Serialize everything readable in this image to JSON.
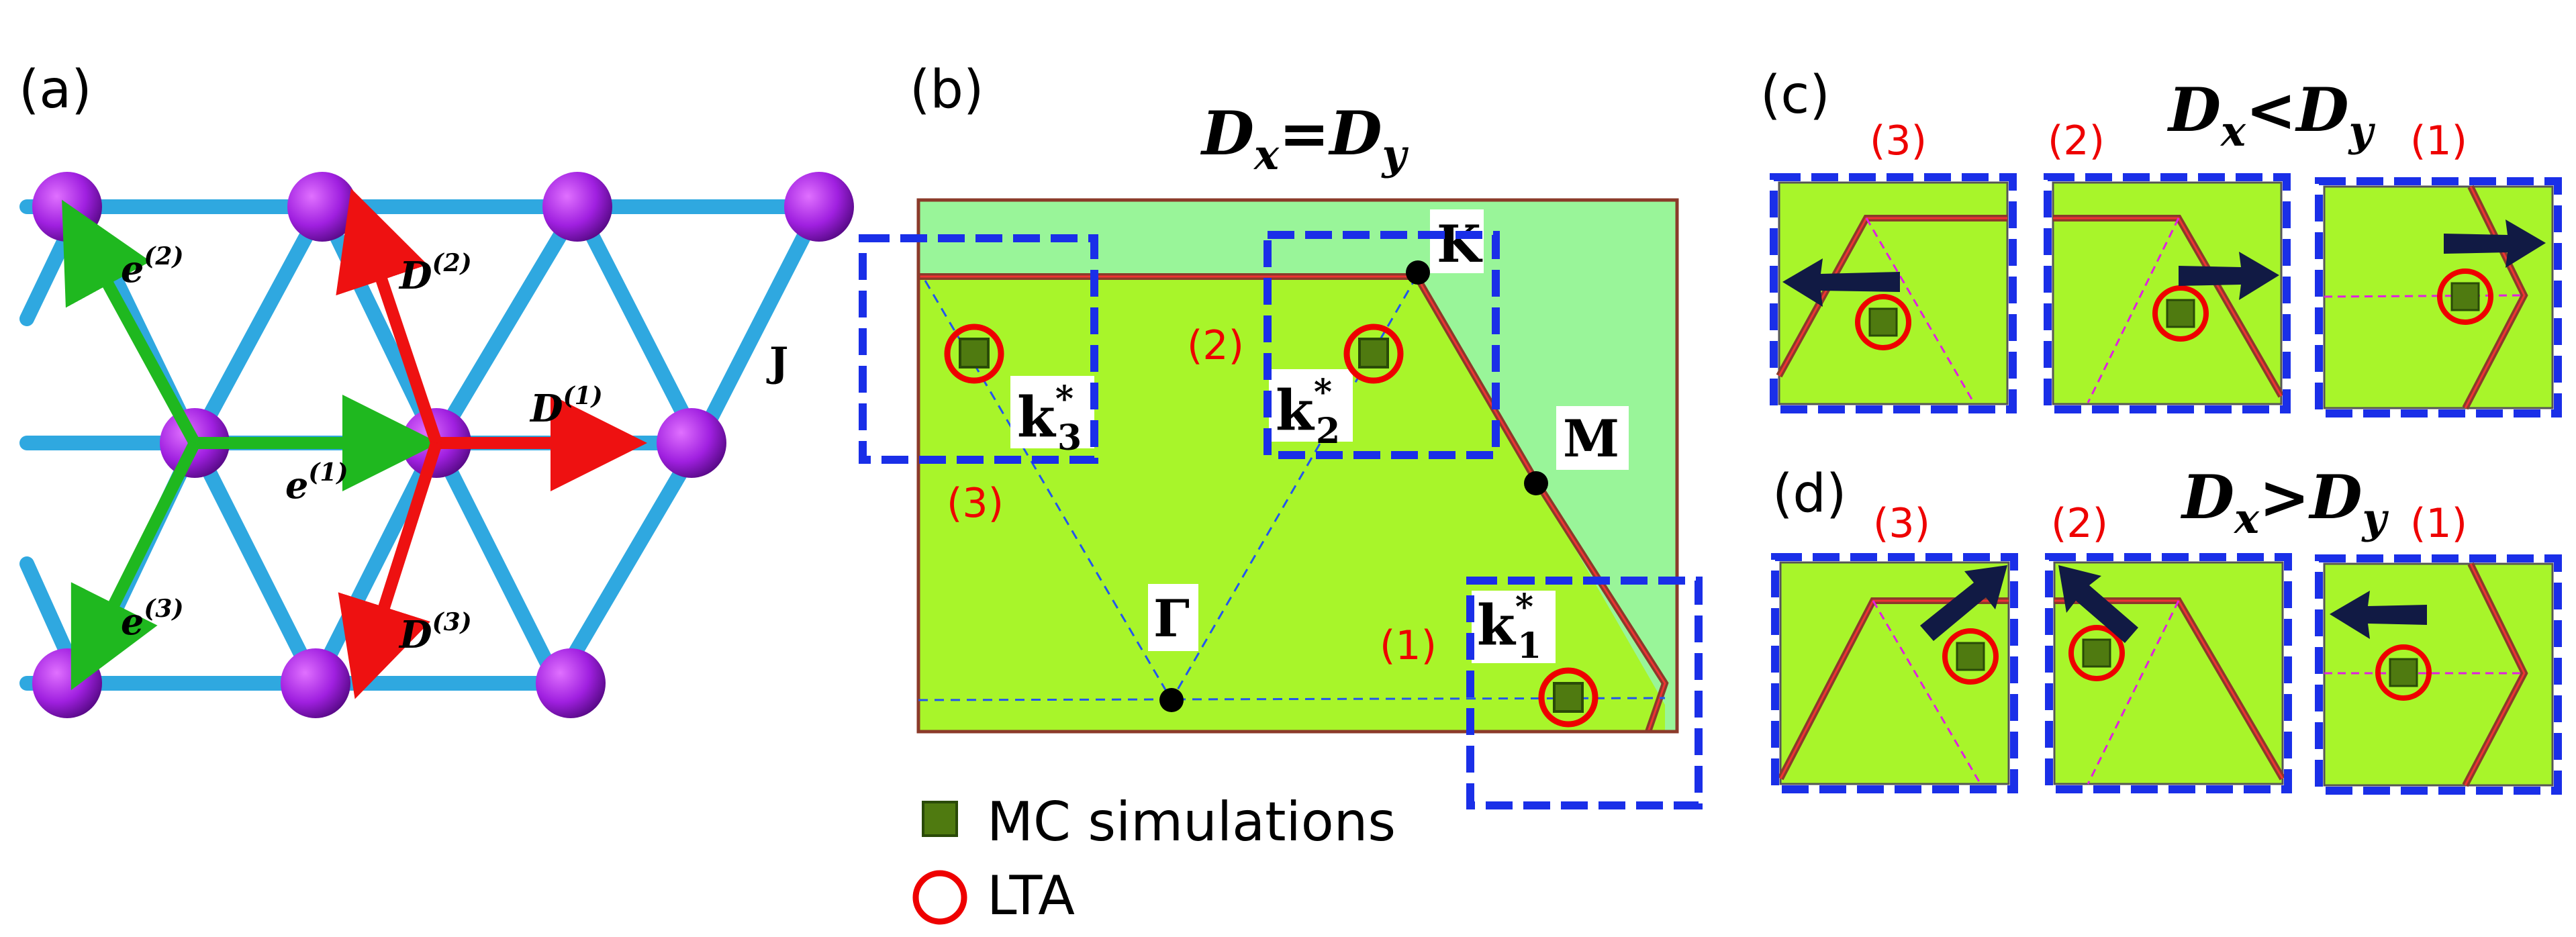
{
  "panels": {
    "a": "(a)",
    "b": "(b)",
    "c": "(c)",
    "d": "(d)"
  },
  "lattice": {
    "e1": "e",
    "e1_sup": "(1)",
    "e2": "e",
    "e2_sup": "(2)",
    "e3": "e",
    "e3_sup": "(3)",
    "D1": "D",
    "D1_sup": "(1)",
    "D2": "D",
    "D2_sup": "(2)",
    "D3": "D",
    "D3_sup": "(3)",
    "J": "J"
  },
  "brillouin": {
    "title_main": "D",
    "title_sub1": "x",
    "title_eq": "=",
    "title_sub2": "y",
    "points": {
      "K": "K",
      "M": "M",
      "Gamma": "Γ"
    },
    "kstar": {
      "k": "k",
      "star": "*",
      "one": "1",
      "two": "2",
      "three": "3"
    },
    "regions": {
      "r1": "(1)",
      "r2": "(2)",
      "r3": "(3)"
    }
  },
  "panel_c": {
    "title_main": "D",
    "sub1": "x",
    "rel": "<",
    "sub2": "y",
    "r3": "(3)",
    "r2": "(2)",
    "r1": "(1)"
  },
  "panel_d": {
    "title_main": "D",
    "sub1": "x",
    "rel": ">",
    "sub2": "y",
    "r3": "(3)",
    "r2": "(2)",
    "r1": "(1)"
  },
  "legend": {
    "mc": "MC simulations",
    "lta": "LTA"
  },
  "colors": {
    "bond": "#2fa8e0",
    "atom": "#a020e0",
    "green_arrow": "#1fb81f",
    "red_arrow": "#ee1111",
    "bz_fill": "#a8f52a",
    "outer_fill": "#99f599",
    "boundary": "#8b3a2a",
    "dash_blue": "#1a2fe8",
    "marker": "#4f7a10",
    "circle": "#ee0000",
    "magenta": "#e020e0",
    "arrow_dark": "#111a44"
  }
}
